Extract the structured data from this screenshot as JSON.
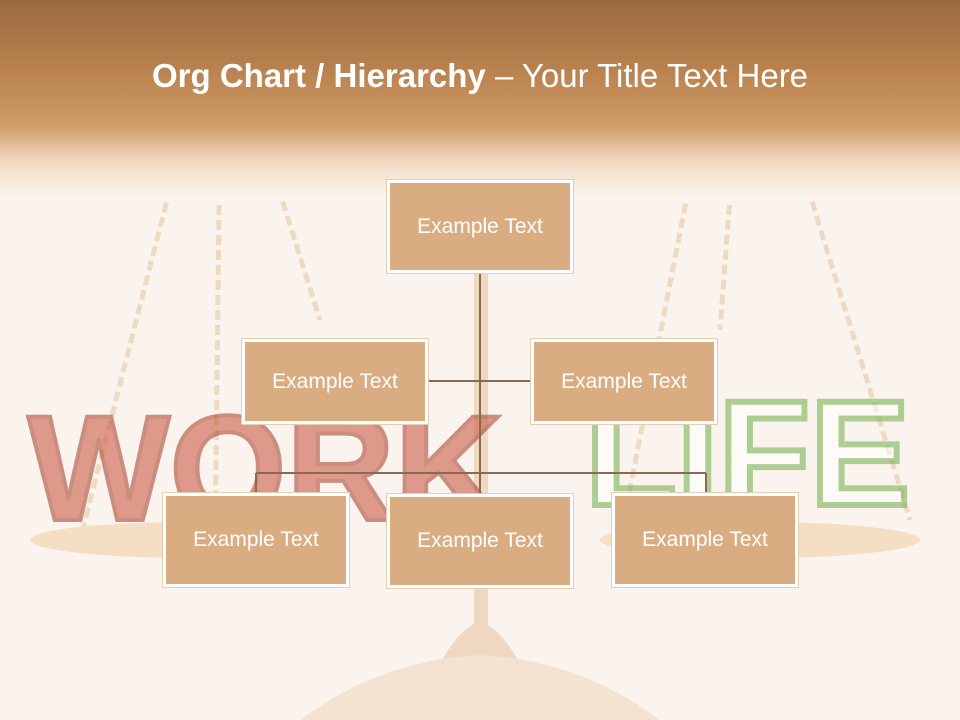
{
  "slide": {
    "title_bold": "Org Chart / Hierarchy",
    "title_separator": " – ",
    "title_regular": "Your Title Text Here"
  },
  "background": {
    "left_word": "WORK",
    "right_word": "LIFE",
    "colors": {
      "work": "#c9503a",
      "life": "#6fae4a",
      "gold": "#e6c08a"
    }
  },
  "org_chart": {
    "root": {
      "label": "Example Text"
    },
    "assistants": [
      {
        "label": "Example Text"
      },
      {
        "label": "Example Text"
      }
    ],
    "children": [
      {
        "label": "Example Text"
      },
      {
        "label": "Example Text"
      },
      {
        "label": "Example Text"
      }
    ]
  },
  "colors": {
    "node_fill": "#d9ac82",
    "node_border": "#ffffff",
    "connector": "#8a6a50",
    "header": "#b9824f"
  }
}
